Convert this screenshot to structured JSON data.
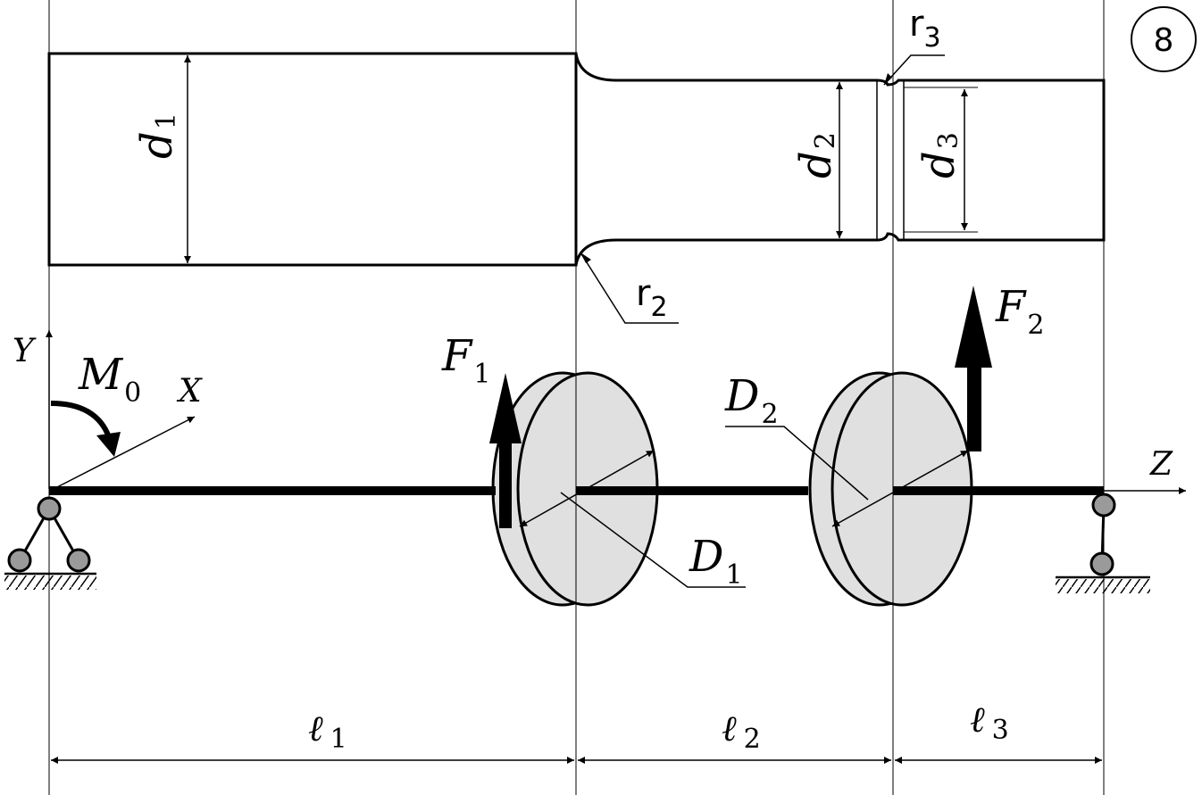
{
  "figure_number": "8",
  "labels": {
    "d1": {
      "main": "d",
      "sub": "1"
    },
    "d2": {
      "main": "d",
      "sub": "2"
    },
    "d3": {
      "main": "d",
      "sub": "3"
    },
    "r2": {
      "main": "r",
      "sub": "2"
    },
    "r3": {
      "main": "r",
      "sub": "3"
    },
    "F1": {
      "main": "F",
      "sub": "1"
    },
    "F2": {
      "main": "F",
      "sub": "2"
    },
    "M0": {
      "main": "M",
      "sub": "0"
    },
    "D1": {
      "main": "D",
      "sub": "1"
    },
    "D2": {
      "main": "D",
      "sub": "2"
    },
    "l1": {
      "main": "ℓ",
      "sub": "1"
    },
    "l2": {
      "main": "ℓ",
      "sub": "2"
    },
    "l3": {
      "main": "ℓ",
      "sub": "3"
    },
    "axis_x": "X",
    "axis_y": "Y",
    "axis_z": "Z"
  },
  "colors": {
    "ink": "#000000",
    "disk_fill": "#e0e0e0",
    "support_fill": "#9a9a9a"
  }
}
